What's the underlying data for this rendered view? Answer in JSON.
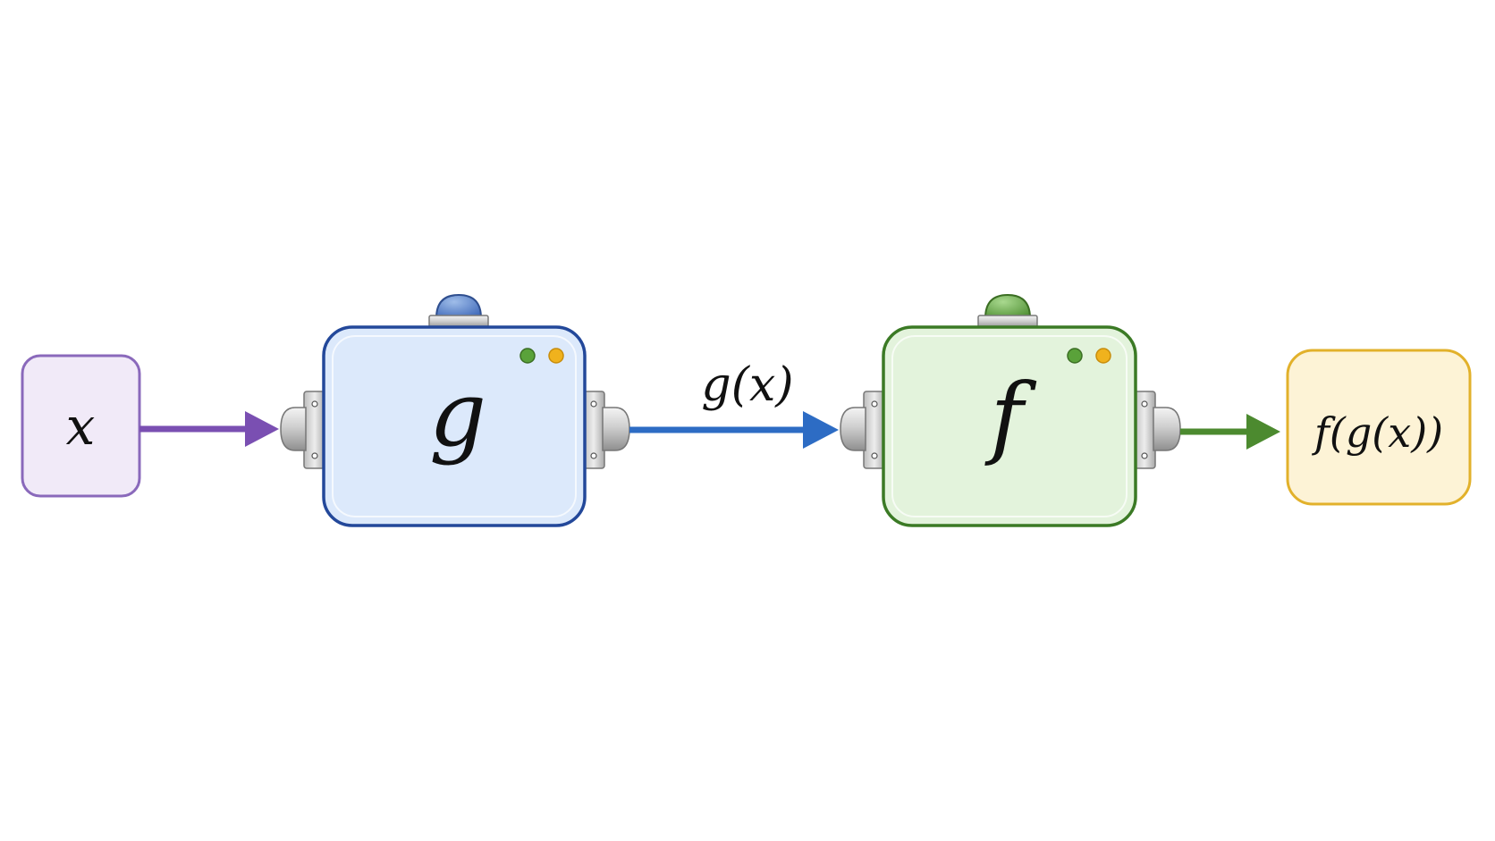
{
  "diagram": {
    "input": {
      "label": "x"
    },
    "machine_g": {
      "label": "g"
    },
    "intermediate": {
      "label": "g(x)"
    },
    "machine_f": {
      "label": "f"
    },
    "output": {
      "label": "f(g(x))"
    }
  },
  "colors": {
    "input_fill": "#f1eaf8",
    "input_stroke": "#8a69bb",
    "arrow_purple": "#7a4fb2",
    "g_fill": "#dce9fb",
    "g_stroke": "#23489a",
    "arrow_blue": "#2d6cc4",
    "f_fill": "#e3f3dc",
    "f_stroke": "#3b7a25",
    "arrow_green": "#4c8a2f",
    "output_fill": "#fdf3d6",
    "output_stroke": "#e2b12b",
    "dot_green": "#5aa23a",
    "dot_orange": "#f0b21d"
  }
}
